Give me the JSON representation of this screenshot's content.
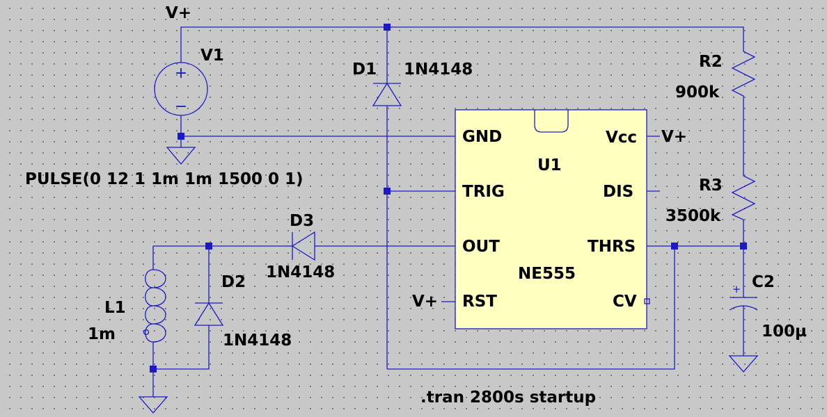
{
  "net": {
    "vplus": "V+"
  },
  "v1": {
    "name": "V1",
    "value": "PULSE(0 12 1 1m 1m 1500 0 1)",
    "plus": "+",
    "minus": "−"
  },
  "d1": {
    "name": "D1",
    "model": "1N4148"
  },
  "d2": {
    "name": "D2",
    "model": "1N4148"
  },
  "d3": {
    "name": "D3",
    "model": "1N4148"
  },
  "l1": {
    "name": "L1",
    "value": "1m"
  },
  "r2": {
    "name": "R2",
    "value": "900k"
  },
  "r3": {
    "name": "R3",
    "value": "3500k"
  },
  "c2": {
    "name": "C2",
    "value": "100µ",
    "plus": "+"
  },
  "u1": {
    "name": "U1",
    "model": "NE555",
    "pins": {
      "gnd": "GND",
      "vcc": "Vcc",
      "trig": "TRIG",
      "dis": "DIS",
      "out": "OUT",
      "thrs": "THRS",
      "rst": "RST",
      "cv": "CV"
    }
  },
  "directive": ".tran 2800s startup"
}
